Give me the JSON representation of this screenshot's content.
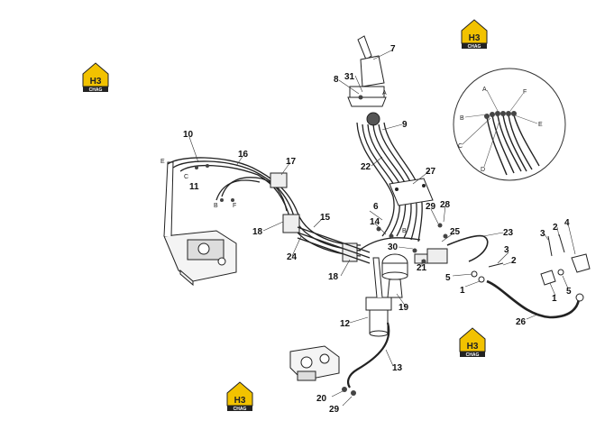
{
  "logos": [
    {
      "id": "logo-top-left",
      "main": "H3",
      "sub": "CHAG"
    },
    {
      "id": "logo-top-right",
      "main": "H3",
      "sub": "CHAG"
    },
    {
      "id": "logo-bottom-right",
      "main": "H3",
      "sub": "CHAG"
    },
    {
      "id": "logo-bottom-left",
      "main": "H3",
      "sub": "CHAG"
    }
  ],
  "callouts": {
    "c1": "1",
    "c1b": "1",
    "c2": "2",
    "c2b": "2",
    "c3": "3",
    "c3b": "3",
    "c4": "4",
    "c5": "5",
    "c5b": "5",
    "c6": "6",
    "c7": "7",
    "c8": "8",
    "c9": "9",
    "c10": "10",
    "c11": "11",
    "c12": "12",
    "c13": "13",
    "c14": "14",
    "c15": "15",
    "c16": "16",
    "c17": "17",
    "c18": "18",
    "c18b": "18",
    "c19": "19",
    "c20": "20",
    "c21": "21",
    "c22": "22",
    "c23": "23",
    "c24": "24",
    "c25": "25",
    "c26": "26",
    "c27": "27",
    "c28": "28",
    "c29": "29",
    "c29b": "29",
    "c30": "30",
    "c31": "31"
  },
  "port_letters": {
    "d_a": "A",
    "d_b": "B",
    "d_c": "C",
    "d_d": "D",
    "d_e": "E",
    "d_f": "F",
    "v_e": "E",
    "v_c": "C",
    "v_b": "B",
    "v_f": "F",
    "j_a": "A",
    "j_b": "B"
  }
}
